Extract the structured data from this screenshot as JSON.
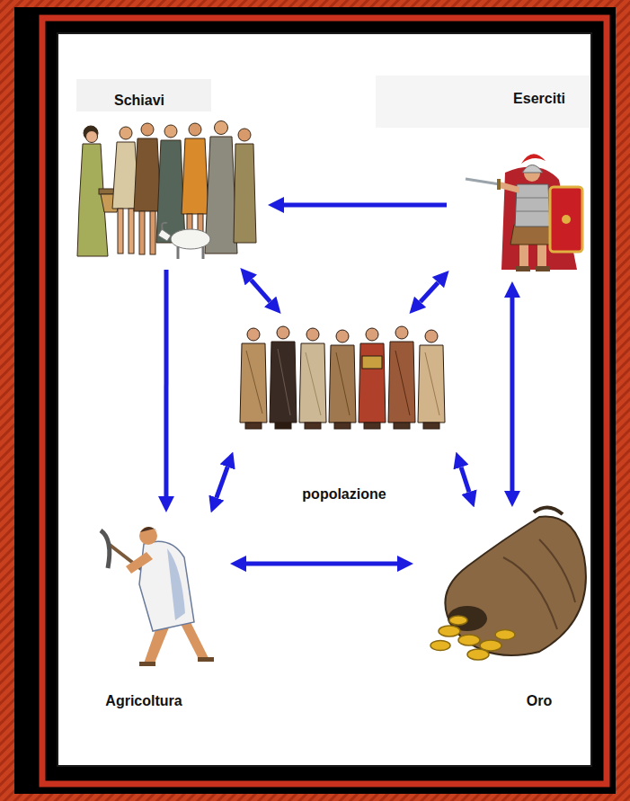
{
  "diagram": {
    "nodes": [
      {
        "text": [
          "Schiavi"
        ]
      },
      {
        "text": [
          "Eserciti"
        ]
      },
      {
        "text": [
          "popolazione"
        ]
      },
      {
        "text": [
          "Agricoltura"
        ]
      },
      {
        "text": [
          "Oro"
        ]
      }
    ],
    "edges": [
      {
        "from": 1,
        "to": 0,
        "arrow": "to"
      },
      {
        "from": 0,
        "to": 2,
        "arrow": "both"
      },
      {
        "from": 1,
        "to": 2,
        "arrow": "both"
      },
      {
        "from": 0,
        "to": 3,
        "arrow": "to"
      },
      {
        "from": 1,
        "to": 4,
        "arrow": "both"
      },
      {
        "from": 2,
        "to": 3,
        "arrow": "both"
      },
      {
        "from": 2,
        "to": 4,
        "arrow": "both"
      },
      {
        "from": 3,
        "to": 4,
        "arrow": "both"
      }
    ]
  }
}
